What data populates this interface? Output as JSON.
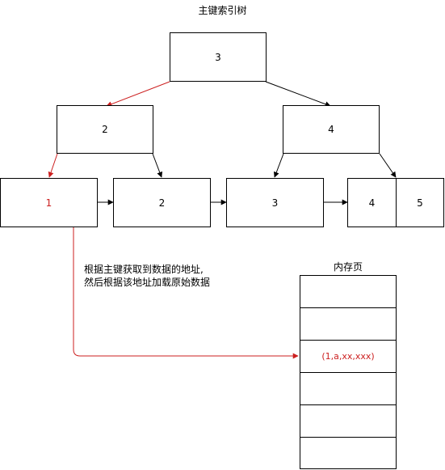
{
  "title": "主键索引树",
  "tree": {
    "root": "3",
    "level2": [
      "2",
      "4"
    ],
    "leaves": [
      "1",
      "2",
      "3",
      "4",
      "5"
    ]
  },
  "note": {
    "line1": "根据主键获取到数据的地址,",
    "line2": "然后根据该地址加载原始数据"
  },
  "memory": {
    "label": "内存页",
    "rows": [
      "",
      "",
      "(1,a,xx,xxx)",
      "",
      "",
      ""
    ]
  },
  "colors": {
    "highlight": "#cc1f1f",
    "line": "#000000"
  }
}
